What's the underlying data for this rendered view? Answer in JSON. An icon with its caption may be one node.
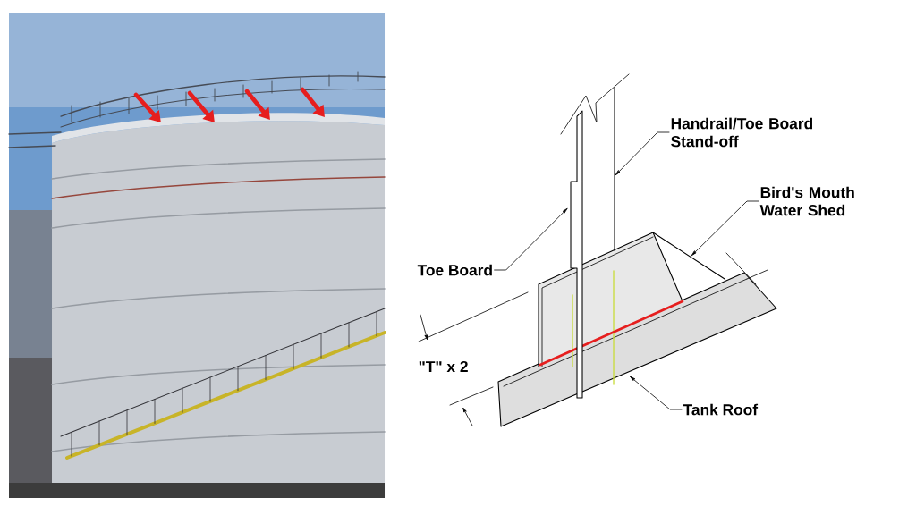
{
  "diagram": {
    "nodes": [
      {
        "text": [
          "Handrail/Toe Board Stand-off"
        ]
      },
      {
        "text": [
          "Bird's Mouth Water Shed"
        ]
      },
      {
        "text": [
          "Toe Board"
        ]
      },
      {
        "text": [
          "Tank Roof"
        ]
      },
      {
        "text": [],
        "shape": "bar"
      }
    ],
    "edges": [
      {
        "from": 0,
        "to": null,
        "arrow": "to"
      },
      {
        "from": 1,
        "to": null,
        "arrow": "to"
      },
      {
        "from": 2,
        "to": 4,
        "arrow": "to"
      },
      {
        "from": 3,
        "to": null,
        "arrow": "to"
      }
    ],
    "labels": [
      "\"T\" x 2"
    ]
  }
}
